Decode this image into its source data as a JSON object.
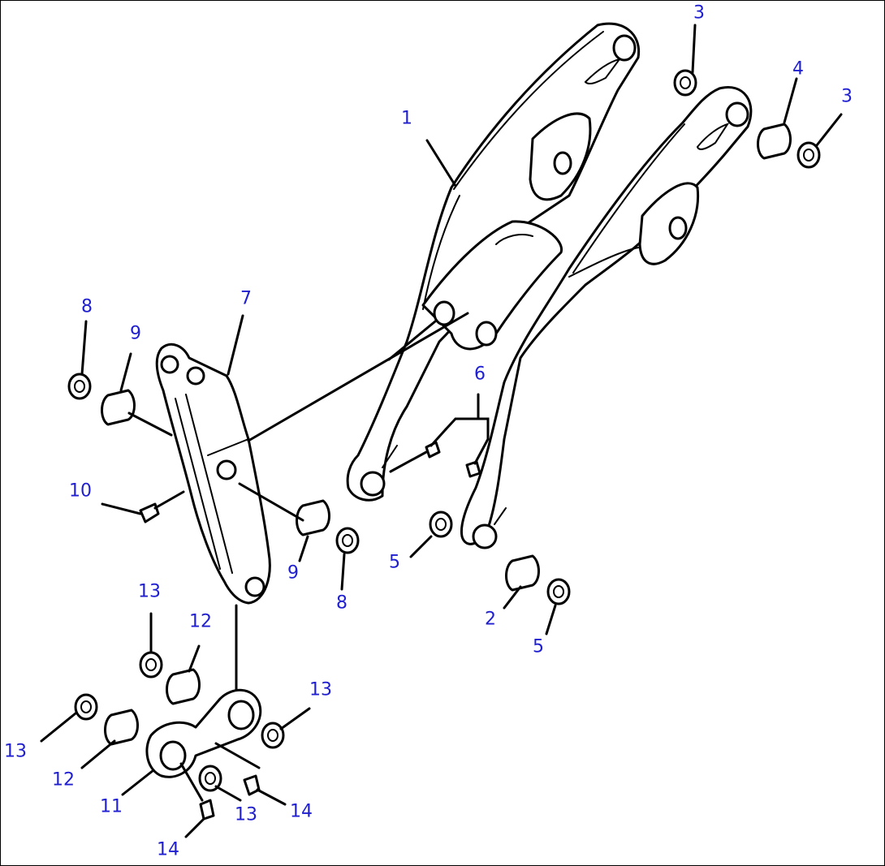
{
  "diagram": {
    "label_color": "#1f1fd0",
    "line_color": "#000000",
    "callouts": [
      {
        "id": "c1",
        "text": "1"
      },
      {
        "id": "c2",
        "text": "2"
      },
      {
        "id": "c3a",
        "text": "3"
      },
      {
        "id": "c3b",
        "text": "3"
      },
      {
        "id": "c4",
        "text": "4"
      },
      {
        "id": "c5a",
        "text": "5"
      },
      {
        "id": "c5b",
        "text": "5"
      },
      {
        "id": "c6",
        "text": "6"
      },
      {
        "id": "c7",
        "text": "7"
      },
      {
        "id": "c8a",
        "text": "8"
      },
      {
        "id": "c8b",
        "text": "8"
      },
      {
        "id": "c9a",
        "text": "9"
      },
      {
        "id": "c9b",
        "text": "9"
      },
      {
        "id": "c10",
        "text": "10"
      },
      {
        "id": "c11",
        "text": "11"
      },
      {
        "id": "c12a",
        "text": "12"
      },
      {
        "id": "c12b",
        "text": "12"
      },
      {
        "id": "c13a",
        "text": "13"
      },
      {
        "id": "c13b",
        "text": "13"
      },
      {
        "id": "c13c",
        "text": "13"
      },
      {
        "id": "c13d",
        "text": "13"
      },
      {
        "id": "c14a",
        "text": "14"
      },
      {
        "id": "c14b",
        "text": "14"
      }
    ]
  }
}
